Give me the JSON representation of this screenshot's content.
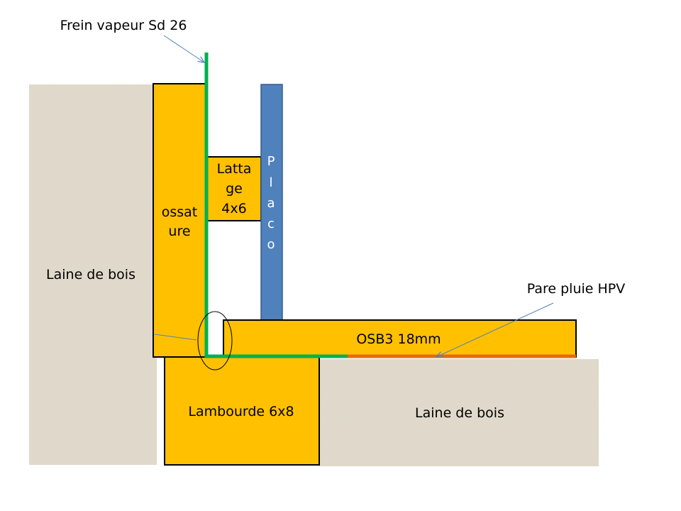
{
  "labels": {
    "frein_vapeur": "Frein vapeur Sd 26",
    "laine_left": "Laine de bois",
    "laine_right": "Laine de bois",
    "ossature_line1": "ossat",
    "ossature_line2": "ure",
    "lattage_line1": "Latta",
    "lattage_line2": "ge",
    "lattage_line3": "4x6",
    "placo_letters": [
      "P",
      "l",
      "a",
      "c",
      "o"
    ],
    "pare_pluie": "Pare pluie HPV",
    "osb": "OSB3 18mm",
    "lambourde": "Lambourde 6x8"
  },
  "colors": {
    "wood": "#FFC000",
    "wood_stroke": "#000000",
    "insulation": "#E2DACB",
    "vapour_membrane": "#00B050",
    "rain_membrane": "#E46C0A",
    "placo": "#4F81BD",
    "placo_stroke": "#385D8A",
    "leader": "#4F81BD"
  }
}
